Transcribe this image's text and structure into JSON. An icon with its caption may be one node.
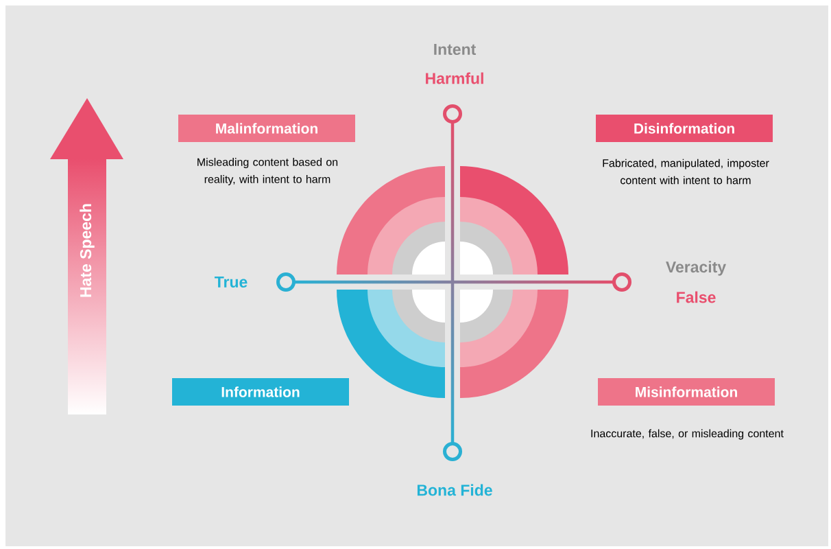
{
  "diagram": {
    "nodes": [
      {
        "text": [
          "Malinformation"
        ],
        "beside": [
          "Misleading content based on reality, with intent to harm"
        ]
      },
      {
        "text": [
          "Disinformation"
        ],
        "beside": [
          "Fabricated, manipulated, imposter content with intent to harm"
        ]
      },
      {
        "text": [
          "Information"
        ]
      },
      {
        "text": [
          "Misinformation"
        ],
        "beside": [
          "Inaccurate, false, or misleading content"
        ]
      }
    ],
    "labels": [
      "Intent",
      "Harmful",
      "Hate Speech",
      "True",
      "Veracity",
      "False",
      "Bona Fide"
    ]
  }
}
